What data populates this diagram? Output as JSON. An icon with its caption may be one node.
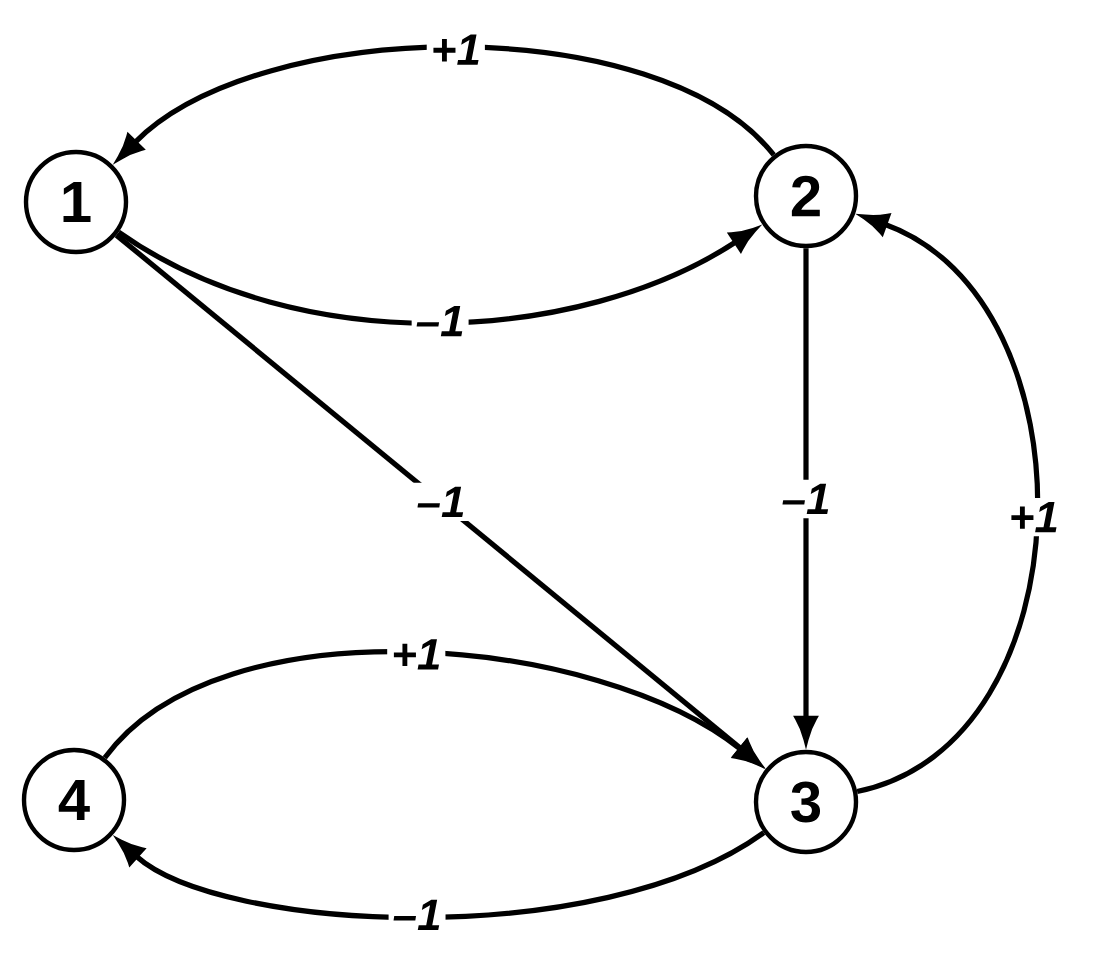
{
  "diagram": {
    "nodes": [
      {
        "text": [
          "1"
        ]
      },
      {
        "text": [
          "2"
        ]
      },
      {
        "text": [
          "3"
        ]
      },
      {
        "text": [
          "4"
        ]
      }
    ],
    "edges": [
      {
        "from": 1,
        "to": 0,
        "arrow": "to",
        "label": "+1"
      },
      {
        "from": 0,
        "to": 1,
        "arrow": "to",
        "label": "–1"
      },
      {
        "from": 0,
        "to": 2,
        "arrow": "to",
        "label": "–1"
      },
      {
        "from": 1,
        "to": 2,
        "arrow": "to",
        "label": "–1"
      },
      {
        "from": 2,
        "to": 1,
        "arrow": "to",
        "label": "+1"
      },
      {
        "from": 3,
        "to": 2,
        "arrow": "to",
        "label": "+1"
      },
      {
        "from": 2,
        "to": 3,
        "arrow": "to",
        "label": "–1"
      }
    ]
  }
}
